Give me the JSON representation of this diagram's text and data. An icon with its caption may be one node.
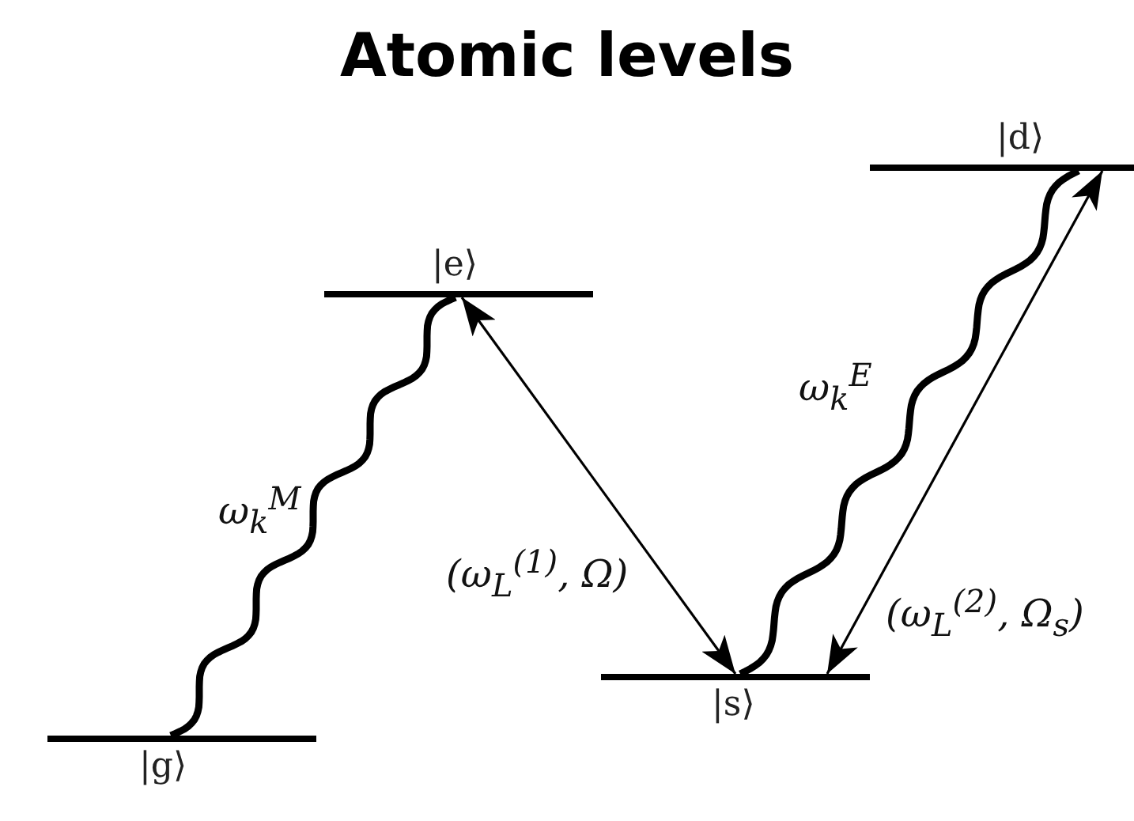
{
  "diagram": {
    "title": "Atomic levels",
    "nodes": [
      {
        "text": [
          "|g⟩"
        ]
      },
      {
        "text": [
          "|e⟩"
        ]
      },
      {
        "text": [
          "|s⟩"
        ]
      },
      {
        "text": [
          "|d⟩"
        ]
      }
    ],
    "edges": [
      {
        "from": 0,
        "to": 1,
        "arrow": "none",
        "style": "thick",
        "label": "ω$_{k}$$^{M}$"
      },
      {
        "from": 1,
        "to": 2,
        "arrow": "both",
        "label": "(ω$_{L}$$^{(1)}$, Ω)"
      },
      {
        "from": 2,
        "to": 3,
        "arrow": "none",
        "style": "thick",
        "label": "ω$_{k}$$^{E}$"
      },
      {
        "from": 2,
        "to": 3,
        "arrow": "both",
        "label": "(ω$_{L}$$^{(2)}$, Ω$_{s}$)"
      }
    ]
  }
}
